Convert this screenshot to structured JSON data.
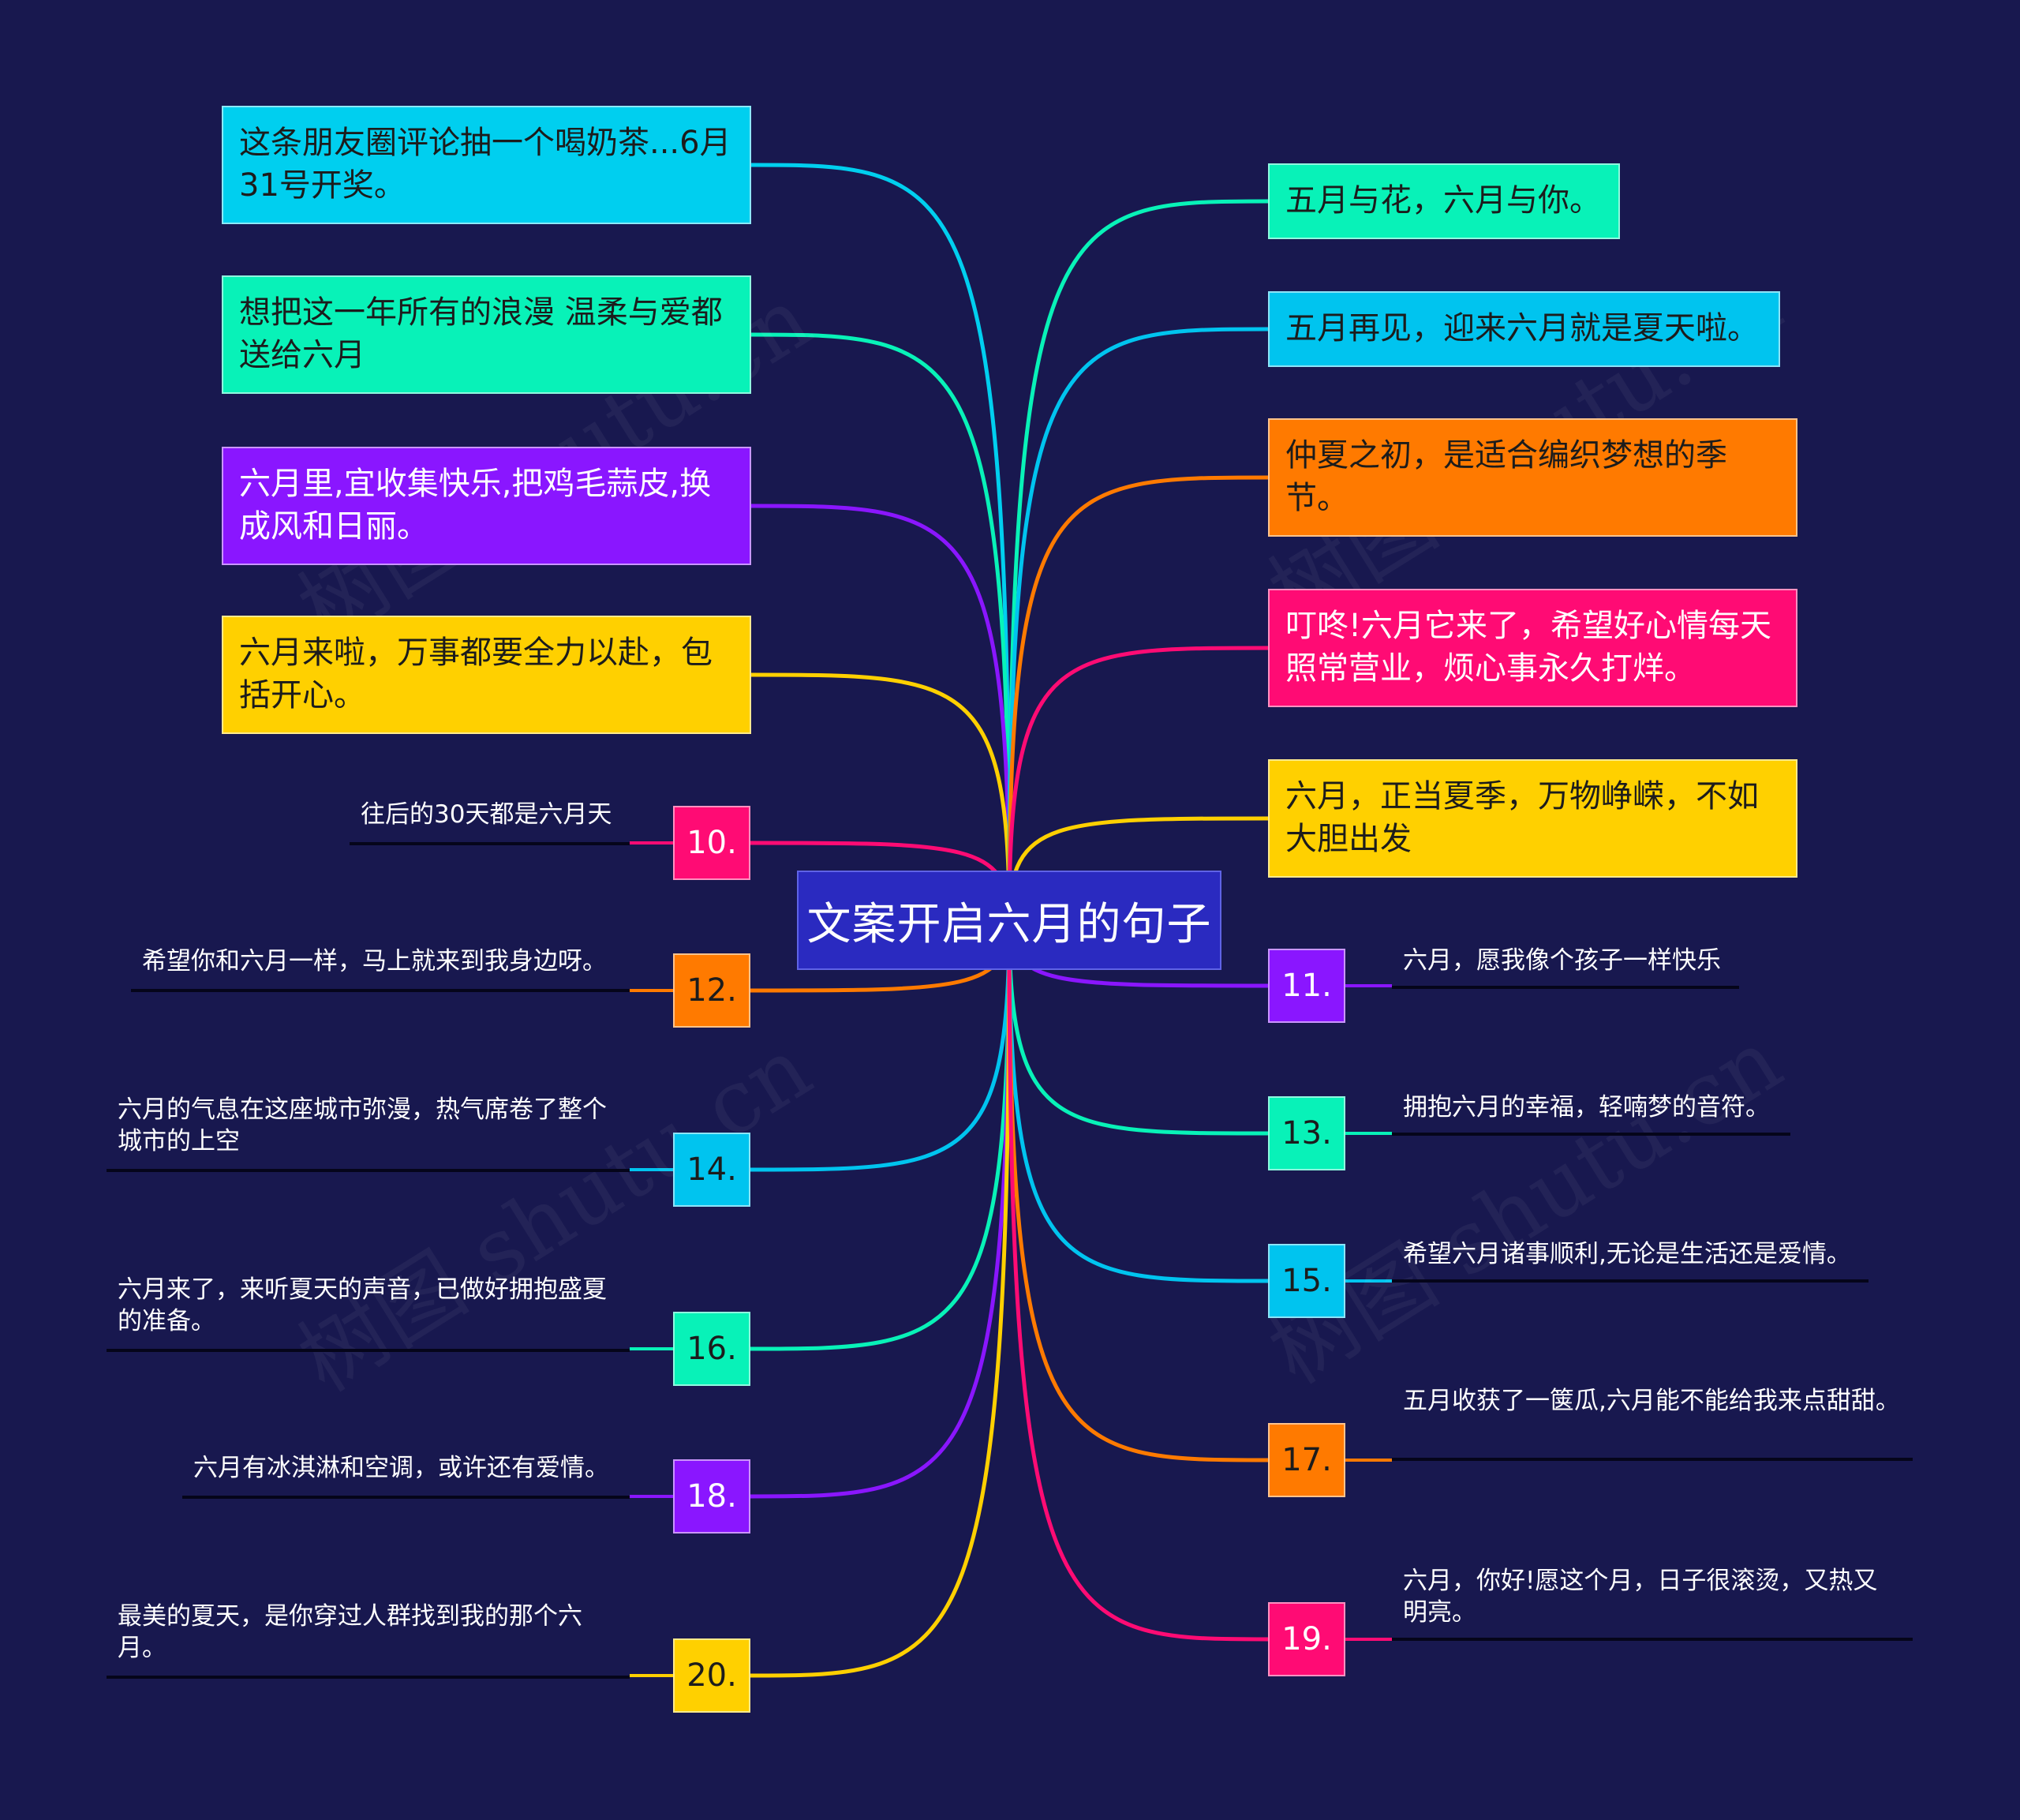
{
  "root": {
    "title": "文案开启六月的句子"
  },
  "watermark": "树图 shutu.cn",
  "colors": {
    "cyan": "#00cfef",
    "teal": "#08f2b8",
    "purple": "#8a16ff",
    "yellow": "#ffd000",
    "magenta": "#ff0b74",
    "orange": "#ff7a00",
    "blue": "#00c4ef",
    "background": "#18184f"
  },
  "left_boxes": [
    {
      "text": "这条朋友圈评论抽一个喝奶茶...6月31号开奖。",
      "color": "#00cfef"
    },
    {
      "text": "想把这一年所有的浪漫 温柔与爱都送给六月",
      "color": "#08f2b8"
    },
    {
      "text": "六月里,宜收集快乐,把鸡毛蒜皮,换成风和日丽。",
      "color": "#8a16ff"
    },
    {
      "text": "六月来啦，万事都要全力以赴，包括开心。",
      "color": "#ffd000"
    }
  ],
  "right_boxes": [
    {
      "text": "五月与花，六月与你。",
      "color": "#08f2b8"
    },
    {
      "text": "五月再见，迎来六月就是夏天啦。",
      "color": "#00c4ef"
    },
    {
      "text": "仲夏之初，是适合编织梦想的季节。",
      "color": "#ff7a00"
    },
    {
      "text": "叮咚!六月它来了，希望好心情每天照常营业，烦心事永久打烊。",
      "color": "#ff0b74"
    },
    {
      "text": "六月，正当夏季，万物峥嵘，不如大胆出发",
      "color": "#ffd000"
    }
  ],
  "left_numbered": [
    {
      "num": "10.",
      "label": "往后的30天都是六月天",
      "color": "#ff0b74"
    },
    {
      "num": "12.",
      "label": "希望你和六月一样，马上就来到我身边呀。",
      "color": "#ff7a00"
    },
    {
      "num": "14.",
      "label": "六月的气息在这座城市弥漫，热气席卷了整个城市的上空",
      "color": "#00c4ef"
    },
    {
      "num": "16.",
      "label": "六月来了，来听夏天的声音，已做好拥抱盛夏的准备。",
      "color": "#08f2b8"
    },
    {
      "num": "18.",
      "label": "六月有冰淇淋和空调，或许还有爱情。",
      "color": "#8a16ff"
    },
    {
      "num": "20.",
      "label": "最美的夏天，是你穿过人群找到我的那个六月。",
      "color": "#ffd000"
    }
  ],
  "right_numbered": [
    {
      "num": "11.",
      "label": "六月，愿我像个孩子一样快乐",
      "color": "#8a16ff"
    },
    {
      "num": "13.",
      "label": "拥抱六月的幸福，轻喃梦的音符。",
      "color": "#08f2b8"
    },
    {
      "num": "15.",
      "label": "希望六月诸事顺利,无论是生活还是爱情。",
      "color": "#00c4ef"
    },
    {
      "num": "17.",
      "label": "五月收获了一箧瓜,六月能不能给我来点甜甜。",
      "color": "#ff7a00"
    },
    {
      "num": "19.",
      "label": "六月，你好!愿这个月，日子很滚烫，又热又明亮。",
      "color": "#ff0b74"
    }
  ]
}
